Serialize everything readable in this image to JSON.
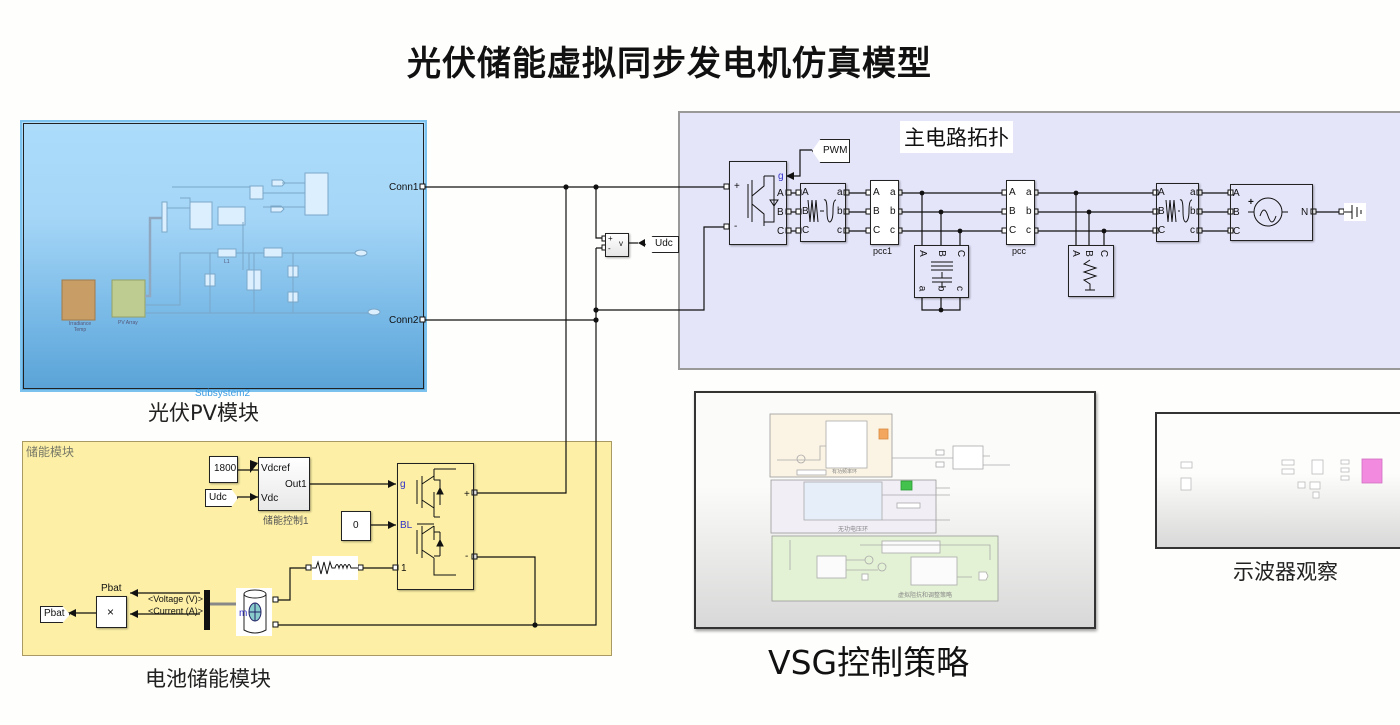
{
  "title": "光伏储能虚拟同步发电机仿真模型",
  "pv_module": {
    "caption": "光伏PV模块",
    "subsystem_name": "Subsystem2",
    "ports": [
      "Conn1",
      "Conn2"
    ],
    "inner_labels": {
      "irradiance": "Irradiance Temp",
      "pv_array": "PV Array",
      "inductor": "L1"
    }
  },
  "storage_module": {
    "area_title": "储能模块",
    "caption": "电池储能模块",
    "constant_1800": "1800",
    "udc_from": "Udc",
    "controller": {
      "name": "储能控制1",
      "in1": "Vdcref",
      "in2": "Vdc",
      "out": "Out1"
    },
    "constant_0": "0",
    "bridge_ports": {
      "g": "g",
      "bl": "BL",
      "one": "1",
      "plus": "+",
      "minus": "-"
    },
    "product": {
      "name": "Pbat",
      "symbol": "×"
    },
    "goto_pbat": "Pbat",
    "signals": [
      "<Voltage (V)>",
      "<Current (A)>"
    ],
    "battery_port": "m"
  },
  "dc_link": {
    "voltmeter": {
      "plus": "+",
      "minus": "-",
      "out": "v"
    },
    "goto_udc": "Udc"
  },
  "main_circuit": {
    "caption": "主电路拓扑",
    "pwm_from": "PWM",
    "inverter_ports": {
      "g": "g",
      "plus": "+",
      "minus": "-",
      "phases": [
        "A",
        "B",
        "C"
      ]
    },
    "filter_ports": {
      "in": [
        "A",
        "B",
        "C"
      ],
      "out": [
        "a",
        "b",
        "c"
      ]
    },
    "meas1": "pcc1",
    "meas2": "pcc",
    "ports_abc_in": [
      "A",
      "B",
      "C"
    ],
    "ports_abc_out": [
      "a",
      "b",
      "c"
    ],
    "source_ports": {
      "in": [
        "A",
        "B",
        "C"
      ],
      "neutral": "N",
      "plus": "+"
    }
  },
  "vsg_control": {
    "caption": "VSG控制策略",
    "sub_areas": [
      "有功频率环",
      "无功电压环",
      "虚拟阻抗和调整策略"
    ]
  },
  "scope_area": {
    "caption": "示波器观察"
  },
  "colors": {
    "pv_bg": "#a5d6f7",
    "storage_bg": "#fdf0a6",
    "main_bg": "#e5e5fa",
    "port_blue": "#3030c8",
    "vsg_orange": "#f3a75e",
    "vsg_green": "#44c24e",
    "scope_pink": "#f28ae0"
  }
}
